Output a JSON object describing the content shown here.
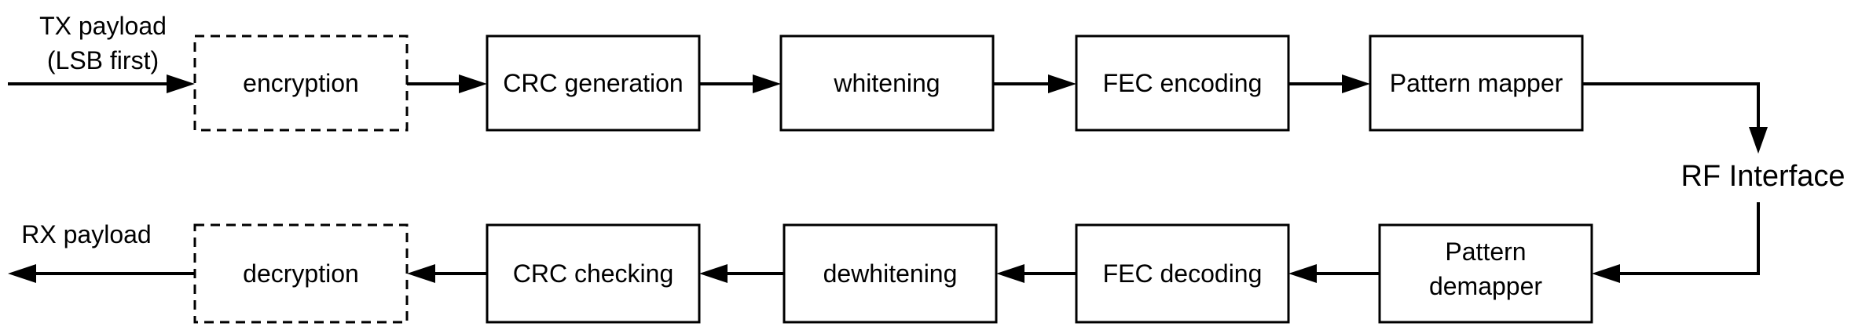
{
  "tx": {
    "input_label_line1": "TX payload",
    "input_label_line2": "(LSB first)",
    "blocks": [
      {
        "label": "encryption",
        "optional": true
      },
      {
        "label": "CRC generation",
        "optional": false
      },
      {
        "label": "whitening",
        "optional": false
      },
      {
        "label": "FEC encoding",
        "optional": false
      },
      {
        "label": "Pattern mapper",
        "optional": false
      }
    ]
  },
  "rf_interface": "RF Interface",
  "rx": {
    "output_label": "RX payload",
    "blocks": [
      {
        "label": "decryption",
        "optional": true
      },
      {
        "label": "CRC checking",
        "optional": false
      },
      {
        "label": "dewhitening",
        "optional": false
      },
      {
        "label": "FEC decoding",
        "optional": false
      },
      {
        "label_line1": "Pattern",
        "label_line2": "demapper",
        "optional": false
      }
    ]
  }
}
